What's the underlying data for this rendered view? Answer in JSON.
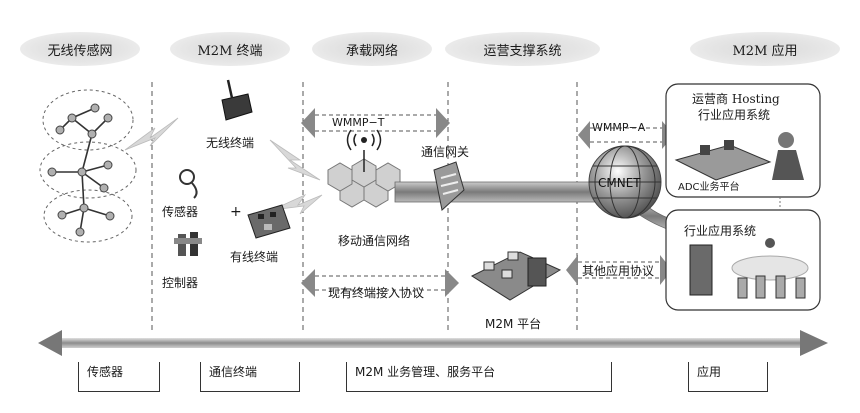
{
  "columns": {
    "wireless": "无线传感网",
    "m2m_terminal": "M2M 终端",
    "carrier": "承载网络",
    "ops": "运营支撑系统",
    "m2m_app": "M2M 应用"
  },
  "labels": {
    "wireless_terminal": "无线终端",
    "sensor": "传感器",
    "controller": "控制器",
    "wired_terminal": "有线终端",
    "mobile_network": "移动通信网络",
    "gateway": "通信网关",
    "cmnet": "CMNET",
    "m2m_platform": "M2M 平台",
    "wmmp_t": "WMMP−T",
    "wmmp_a": "WMMP−A",
    "existing_protocol": "现有终端接入协议",
    "other_protocol": "其他应用协议",
    "operator_hosting_line1": "运营商 Hosting",
    "operator_hosting_line2": "行业应用系统",
    "adc_platform": "ADC业务平台",
    "industry_app": "行业应用系统",
    "plus": "+"
  },
  "bottom_bar": {
    "sensor": "传感器",
    "comm_terminal": "通信终端",
    "mgmt_platform": "M2M 业务管理、服务平台",
    "application": "应用"
  }
}
